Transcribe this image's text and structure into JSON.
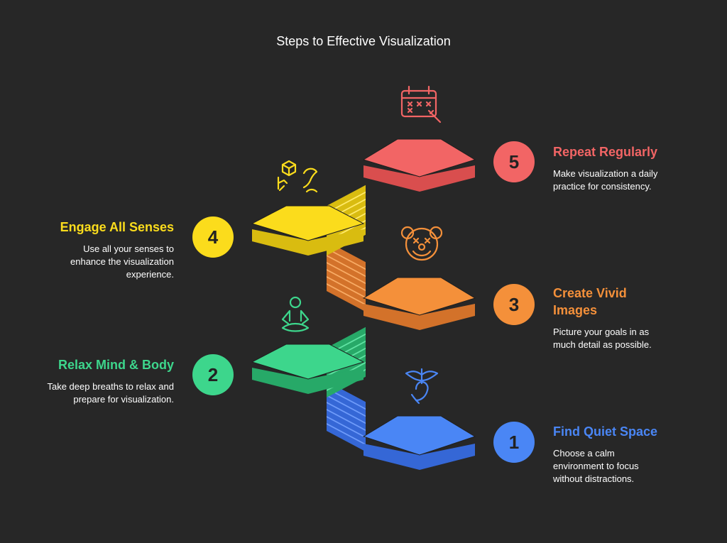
{
  "title": "Steps to Effective Visualization",
  "steps": [
    {
      "number": "1",
      "title": "Find Quiet Space",
      "description": "Choose a calm environment to focus without distractions.",
      "color": "#4A86F5",
      "icon": "silence-finger-icon"
    },
    {
      "number": "2",
      "title": "Relax Mind & Body",
      "description": "Take deep breaths to relax and prepare for visualization.",
      "color": "#3DD68C",
      "icon": "meditation-icon"
    },
    {
      "number": "3",
      "title": "Create Vivid Images",
      "description": "Picture your goals in as much detail as possible.",
      "color": "#F4903A",
      "icon": "clown-face-icon"
    },
    {
      "number": "4",
      "title": "Engage All Senses",
      "description": "Use all your senses to enhance the visualization experience.",
      "color": "#FBDC1C",
      "icon": "senses-icon"
    },
    {
      "number": "5",
      "title": "Repeat Regularly",
      "description": "Make visualization a daily practice for consistency.",
      "color": "#F26565",
      "icon": "calendar-icon"
    }
  ]
}
